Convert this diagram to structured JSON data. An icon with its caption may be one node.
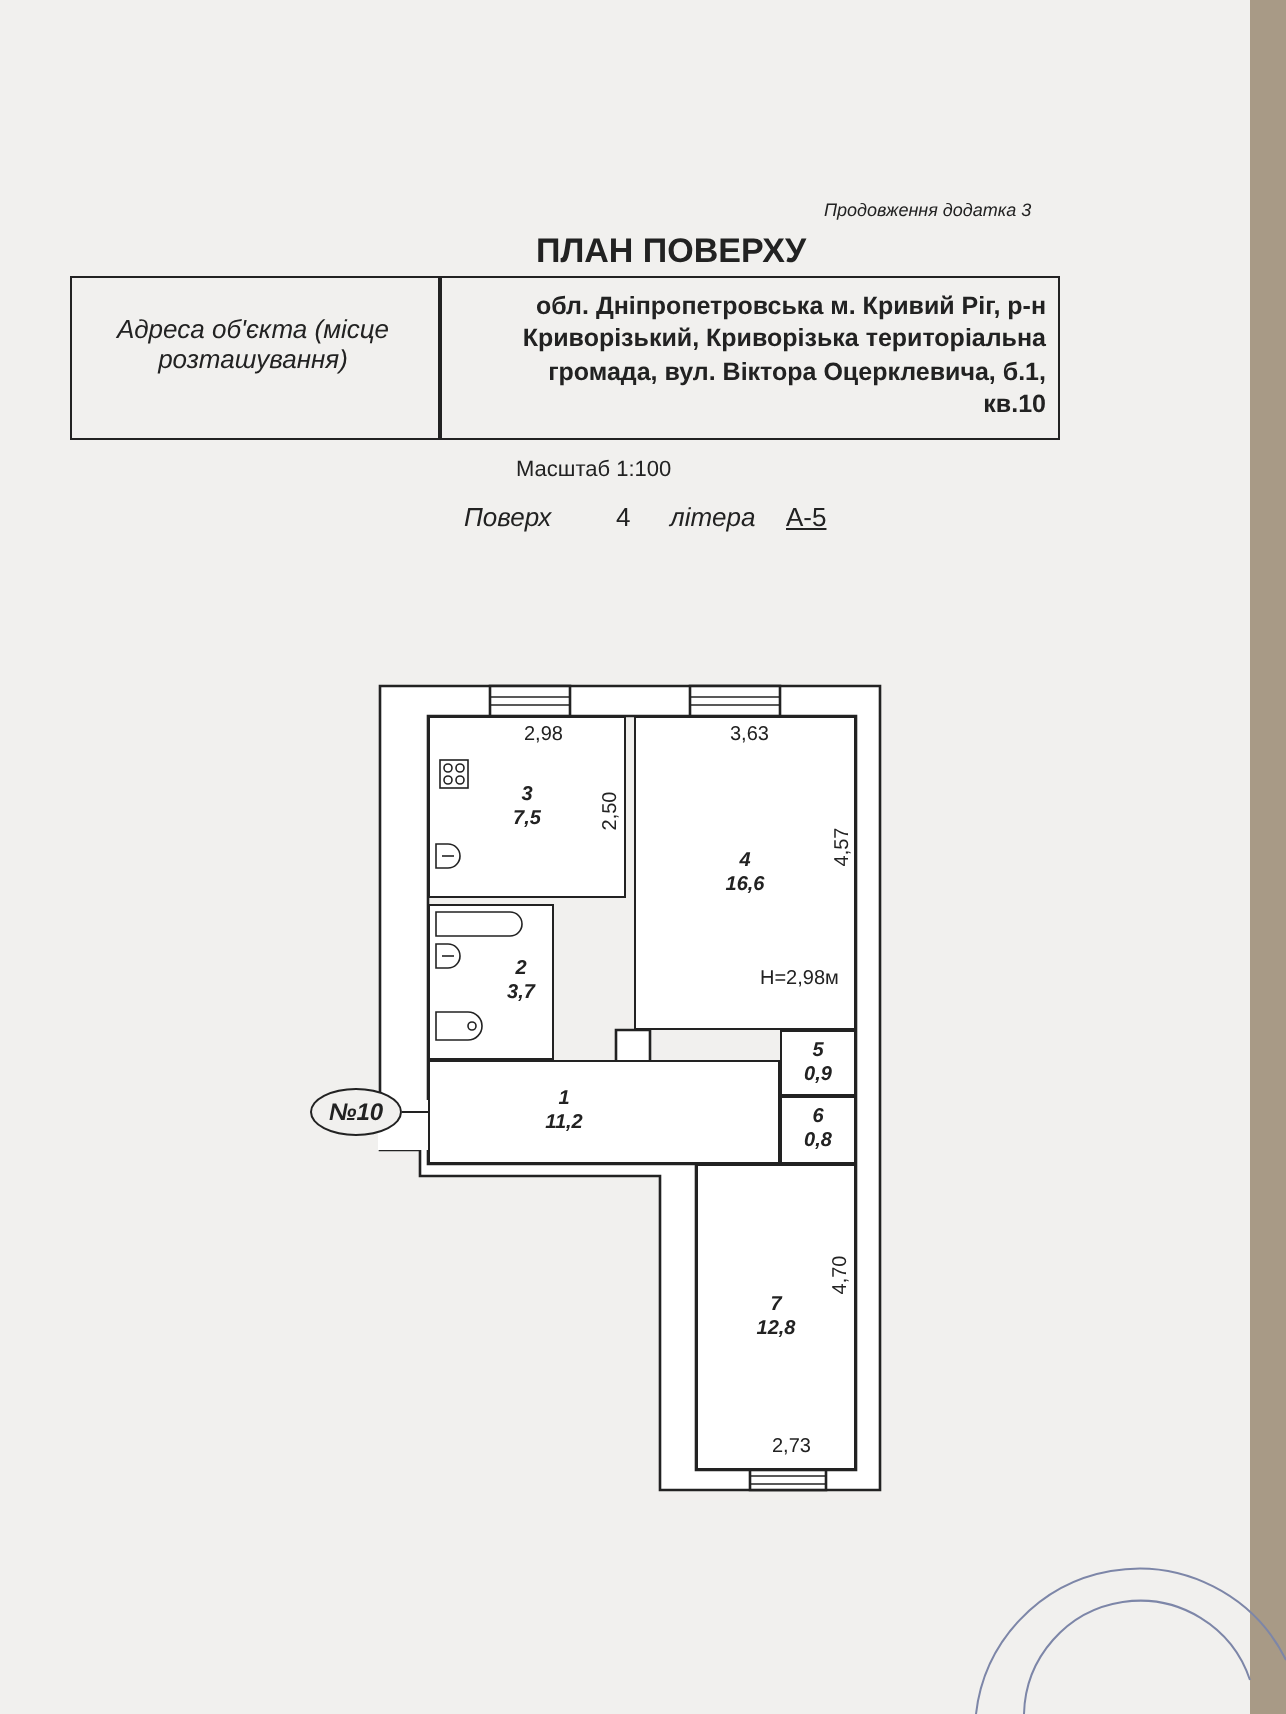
{
  "diagram": {
    "title": "ПЛАН ПОВЕРХУ",
    "nodes": [
      {
        "text": [
          "3",
          "7,5"
        ]
      },
      {
        "text": [
          "4",
          "16,6"
        ]
      },
      {
        "text": [
          "2",
          "3,7"
        ]
      },
      {
        "text": [
          "1",
          "11,2"
        ]
      },
      {
        "text": [
          "5",
          "0,9"
        ]
      },
      {
        "text": [
          "6",
          "0,8"
        ]
      },
      {
        "text": [
          "7",
          "12,8"
        ]
      },
      {
        "text": [
          "№10"
        ]
      }
    ],
    "edges": [
      {
        "from": 7,
        "to": 3,
        "arrow": "none"
      }
    ],
    "labels": [
      "Продовження додатка 3",
      "Адреса об'єкта (місце розташування)",
      "обл. Дніпропетровська м. Кривий Ріг, р-н Криворізький, Криворізька територіальна громада, вул. Віктора Оцерклевича, б.1, кв.10",
      "Масштаб 1:100",
      "Поверх",
      "4",
      "літера",
      "А-5",
      "2,98",
      "3,63",
      "2,50",
      "4,57",
      "H=2,98м",
      "4,70",
      "2,73"
    ]
  }
}
